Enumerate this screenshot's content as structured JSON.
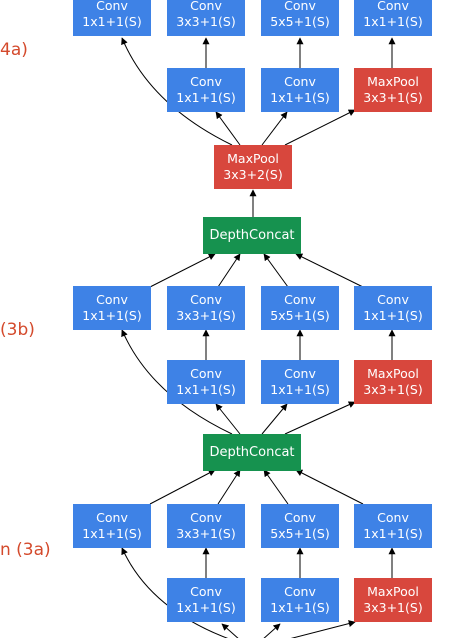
{
  "labels": {
    "l4a": "4a)",
    "l3b": "(3b)",
    "l3a": "n  (3a)"
  },
  "nodes": {
    "top_c1_t": "Conv",
    "top_c1_b": "1x1+1(S)",
    "top_c2_t": "Conv",
    "top_c2_b": "3x3+1(S)",
    "top_c3_t": "Conv",
    "top_c3_b": "5x5+1(S)",
    "top_c4_t": "Conv",
    "top_c4_b": "1x1+1(S)",
    "top_r1_t": "Conv",
    "top_r1_b": "1x1+1(S)",
    "top_r2_t": "Conv",
    "top_r2_b": "1x1+1(S)",
    "top_mp_t": "MaxPool",
    "top_mp_b": "3x3+1(S)",
    "mp2_t": "MaxPool",
    "mp2_b": "3x3+2(S)",
    "concat_top": "DepthConcat",
    "mid_c1_t": "Conv",
    "mid_c1_b": "1x1+1(S)",
    "mid_c2_t": "Conv",
    "mid_c2_b": "3x3+1(S)",
    "mid_c3_t": "Conv",
    "mid_c3_b": "5x5+1(S)",
    "mid_c4_t": "Conv",
    "mid_c4_b": "1x1+1(S)",
    "mid_r1_t": "Conv",
    "mid_r1_b": "1x1+1(S)",
    "mid_r2_t": "Conv",
    "mid_r2_b": "1x1+1(S)",
    "mid_mp_t": "MaxPool",
    "mid_mp_b": "3x3+1(S)",
    "concat_mid": "DepthConcat",
    "bot_c1_t": "Conv",
    "bot_c1_b": "1x1+1(S)",
    "bot_c2_t": "Conv",
    "bot_c2_b": "3x3+1(S)",
    "bot_c3_t": "Conv",
    "bot_c3_b": "5x5+1(S)",
    "bot_c4_t": "Conv",
    "bot_c4_b": "1x1+1(S)",
    "bot_r1_t": "Conv",
    "bot_r1_b": "1x1+1(S)",
    "bot_r2_t": "Conv",
    "bot_r2_b": "1x1+1(S)",
    "bot_mp_t": "MaxPool",
    "bot_mp_b": "3x3+1(S)"
  },
  "colors": {
    "conv": "#3e82e6",
    "maxpool": "#d8473d",
    "depthconcat": "#16924f",
    "label": "#d44a2c"
  }
}
